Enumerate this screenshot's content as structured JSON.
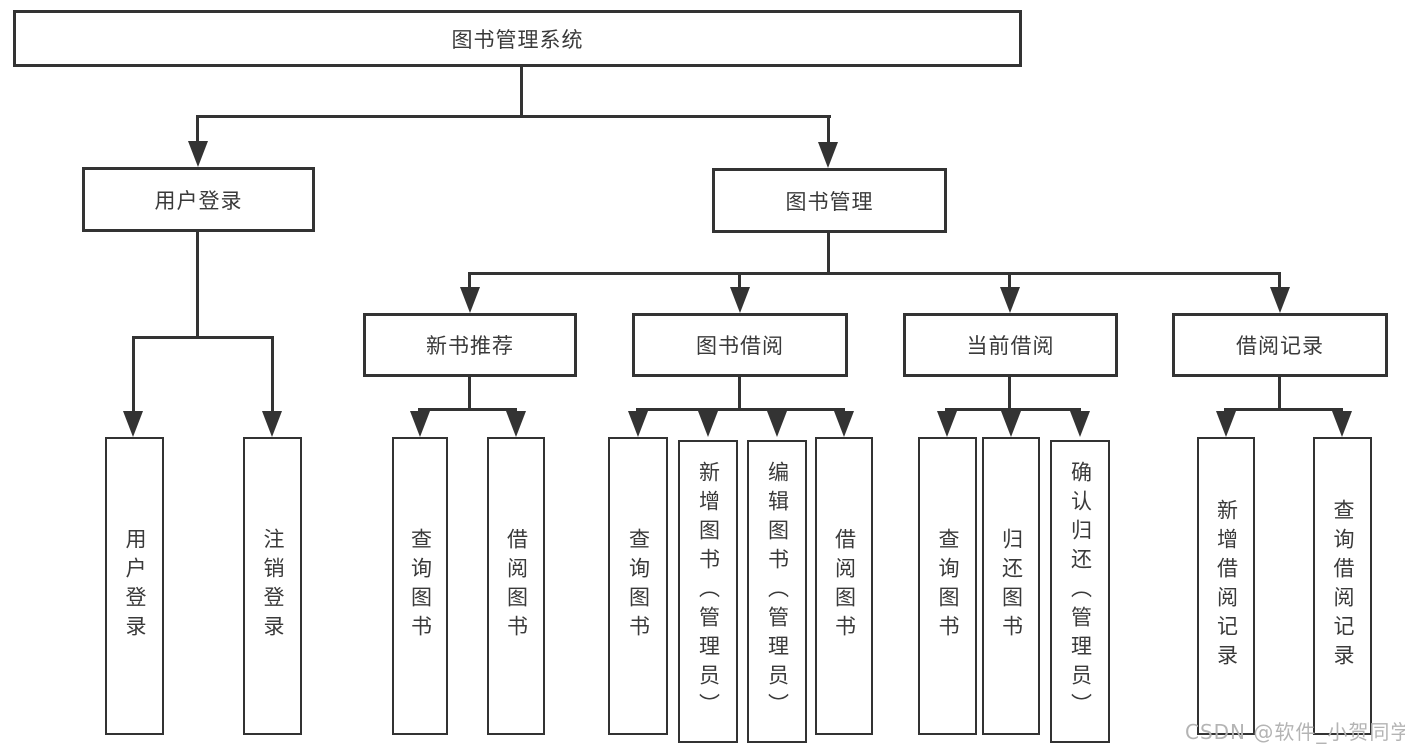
{
  "diagram_type": "hierarchy-tree",
  "colors": {
    "line": "#333333",
    "text": "#3a3a3a",
    "background": "#ffffff",
    "watermark": "#b4b4b4"
  },
  "watermark": "CSDN @软件_小贺同学",
  "tree": {
    "label": "图书管理系统",
    "children": [
      {
        "label": "用户登录",
        "children": [
          {
            "label": "用户登录"
          },
          {
            "label": "注销登录"
          }
        ]
      },
      {
        "label": "图书管理",
        "children": [
          {
            "label": "新书推荐",
            "children": [
              {
                "label": "查询图书"
              },
              {
                "label": "借阅图书"
              }
            ]
          },
          {
            "label": "图书借阅",
            "children": [
              {
                "label": "查询图书"
              },
              {
                "label": "新增图书（管理员）"
              },
              {
                "label": "编辑图书（管理员）"
              },
              {
                "label": "借阅图书"
              }
            ]
          },
          {
            "label": "当前借阅",
            "children": [
              {
                "label": "查询图书"
              },
              {
                "label": "归还图书"
              },
              {
                "label": "确认归还（管理员）"
              }
            ]
          },
          {
            "label": "借阅记录",
            "children": [
              {
                "label": "新增借阅记录"
              },
              {
                "label": "查询借阅记录"
              }
            ]
          }
        ]
      }
    ]
  }
}
